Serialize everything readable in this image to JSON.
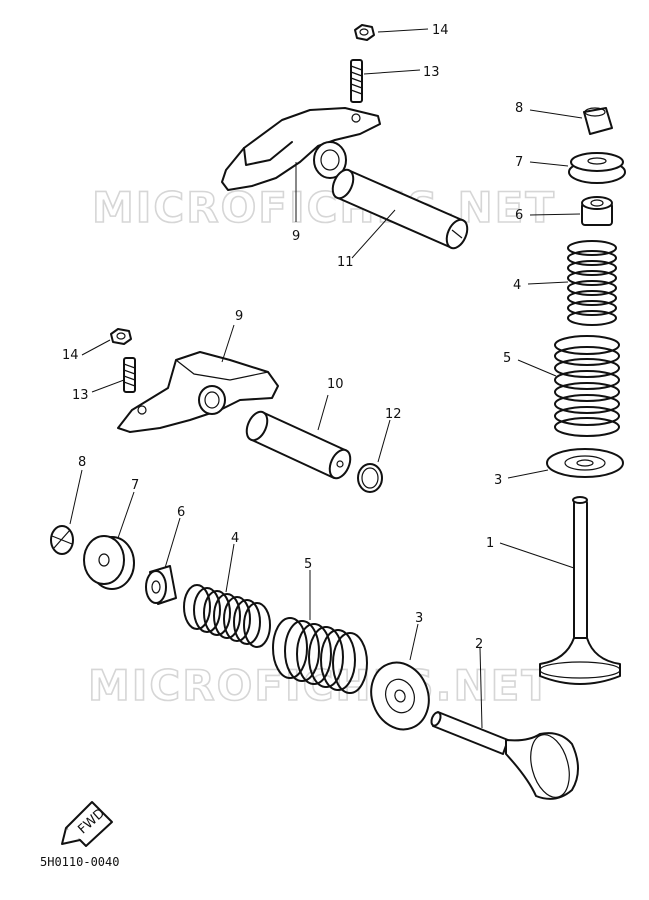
{
  "watermark": "MICROFICHES.NET",
  "fwd_badge": "FWD",
  "diagram_code": "5H0110-0040",
  "callouts": {
    "top_nut": "14",
    "top_screw": "13",
    "top_rocker_arm": "9",
    "top_shaft": "11",
    "right_cotter": "8",
    "right_retainer": "7",
    "right_seal": "6",
    "right_inner_spring": "4",
    "right_outer_spring": "5",
    "right_seat": "3",
    "right_valve": "1",
    "mid_rocker_arm": "9",
    "mid_nut": "14",
    "mid_screw": "13",
    "mid_shaft": "10",
    "oring": "12",
    "left_cotter": "8",
    "left_retainer": "7",
    "left_seal": "6",
    "left_inner_spring": "4",
    "left_outer_spring": "5",
    "left_seat": "3",
    "left_valve": "2"
  }
}
